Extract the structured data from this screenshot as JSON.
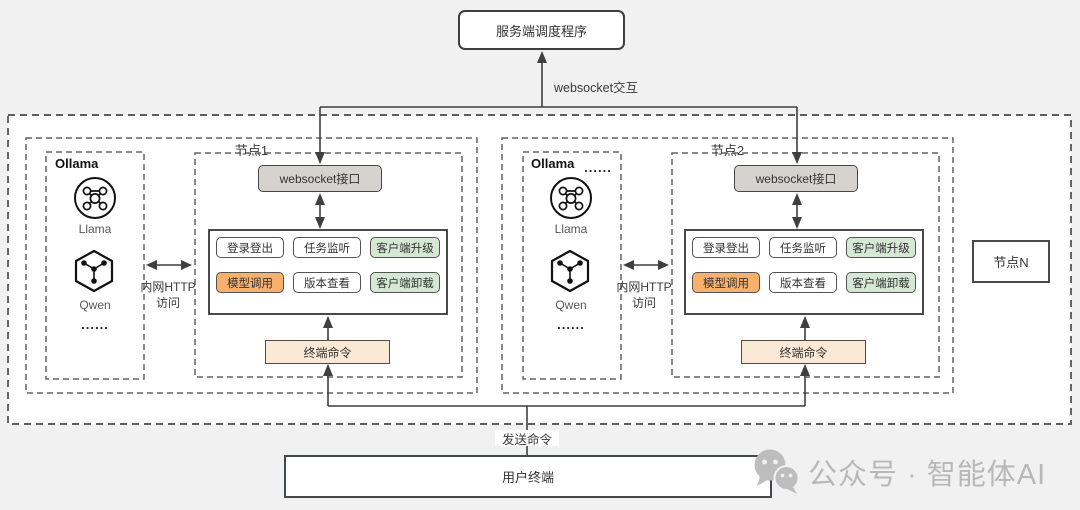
{
  "scheduler": {
    "label": "服务端调度程序"
  },
  "edge_labels": {
    "websocket_interaction": "websocket交互",
    "send_command": "发送命令"
  },
  "nodes": [
    {
      "title": "节点1",
      "ollama": {
        "title": "Ollama",
        "models": [
          {
            "name": "Llama"
          },
          {
            "name": "Qwen"
          }
        ],
        "more_dots": "......"
      },
      "intranet_label": [
        "内网HTTP",
        "访问"
      ],
      "websocket_api_label": "websocket接口",
      "buttons": [
        {
          "label": "登录登出",
          "style": "white"
        },
        {
          "label": "任务监听",
          "style": "white"
        },
        {
          "label": "客户端升级",
          "style": "green"
        },
        {
          "label": "模型调用",
          "style": "orange"
        },
        {
          "label": "版本查看",
          "style": "white"
        },
        {
          "label": "客户端卸载",
          "style": "green"
        }
      ],
      "terminal_command_label": "终端命令"
    },
    {
      "title": "节点2",
      "ollama": {
        "title": "Ollama",
        "top_dots": "......",
        "models": [
          {
            "name": "Llama"
          },
          {
            "name": "Qwen"
          }
        ],
        "more_dots": "......"
      },
      "intranet_label": [
        "内网HTTP",
        "访问"
      ],
      "websocket_api_label": "websocket接口",
      "buttons": [
        {
          "label": "登录登出",
          "style": "white"
        },
        {
          "label": "任务监听",
          "style": "white"
        },
        {
          "label": "客户端升级",
          "style": "green"
        },
        {
          "label": "模型调用",
          "style": "orange"
        },
        {
          "label": "版本查看",
          "style": "white"
        },
        {
          "label": "客户端卸载",
          "style": "green"
        }
      ],
      "terminal_command_label": "终端命令"
    }
  ],
  "node_n": {
    "label": "节点N"
  },
  "user_terminal": {
    "label": "用户终端"
  },
  "watermark": {
    "text": "公众号 · 智能体AI"
  },
  "colors": {
    "background": "#f1f1f1",
    "panel_fill": "#ffffff",
    "dashed_border": "#646464",
    "solid_border": "#4a4a4a",
    "websocket_box_fill": "#d6d2cd",
    "green_button_fill": "#d5e8d4",
    "orange_button_fill": "#f8b06c",
    "terminal_fill": "#fbe8d5",
    "watermark_gray": "#b8b8b8"
  }
}
